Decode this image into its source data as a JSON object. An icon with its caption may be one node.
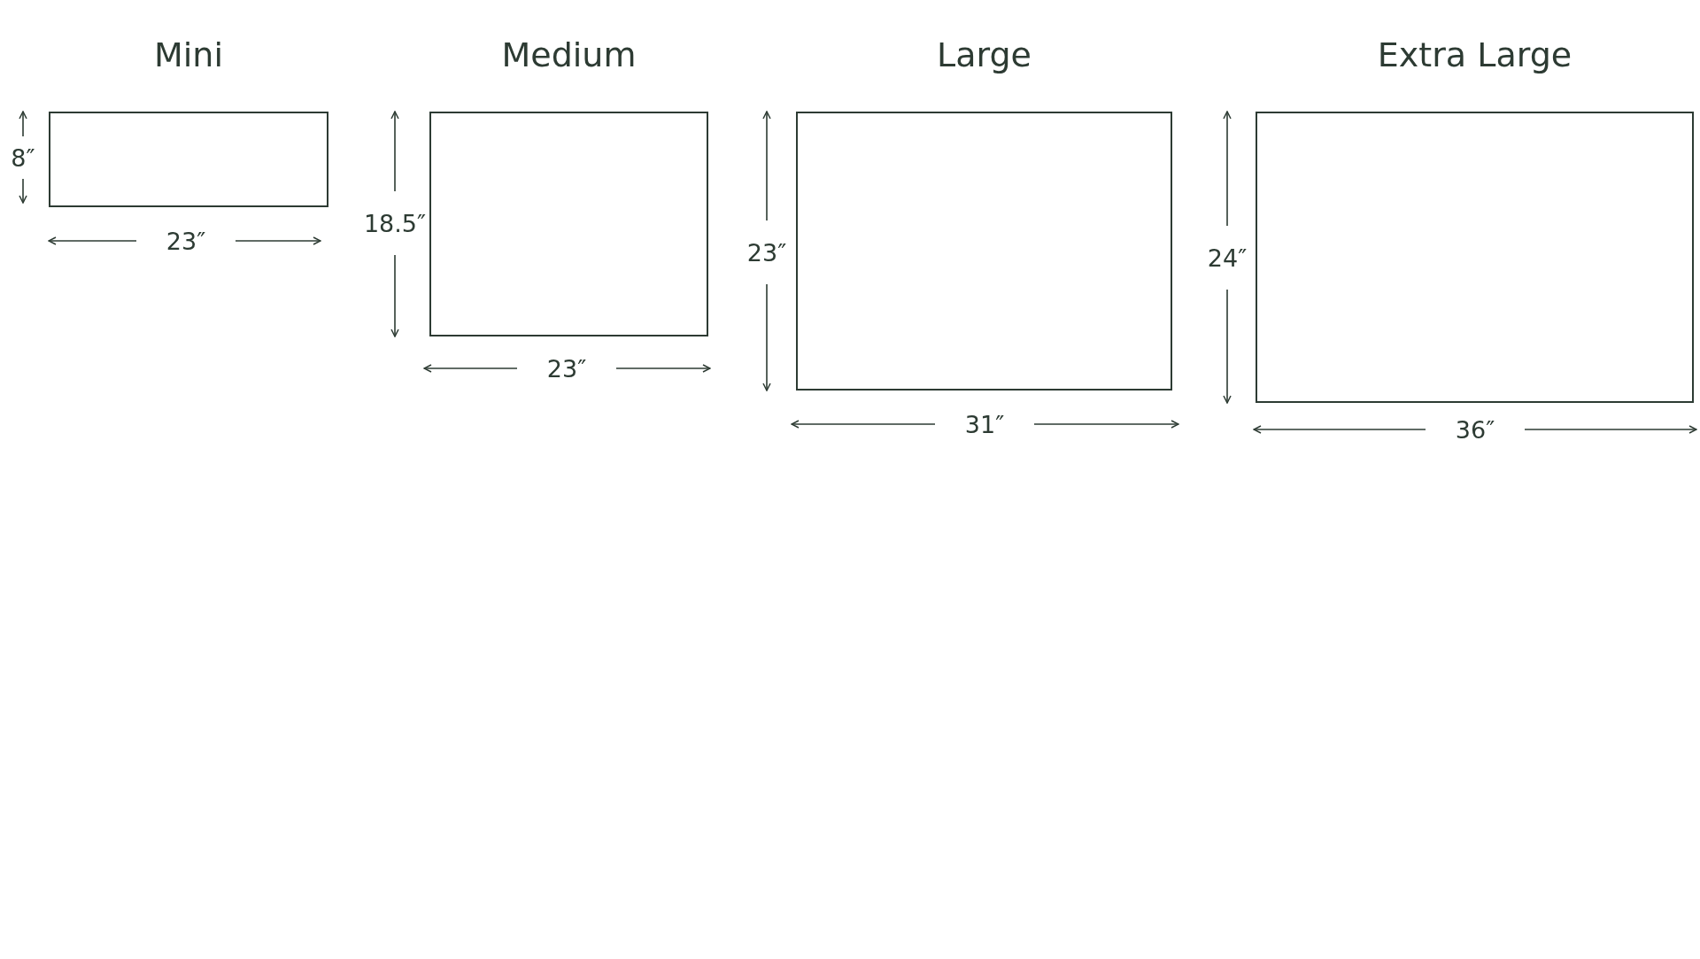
{
  "diagram": {
    "nodes": [
      {
        "text": [
          "Mini"
        ]
      },
      {
        "text": [
          "Medium"
        ]
      },
      {
        "text": [
          "Large"
        ]
      },
      {
        "text": [
          "Extra Large"
        ]
      }
    ],
    "labels": [
      "8″",
      "23″",
      "18.5″",
      "23″",
      "23″",
      "31″",
      "24″",
      "36″"
    ]
  }
}
